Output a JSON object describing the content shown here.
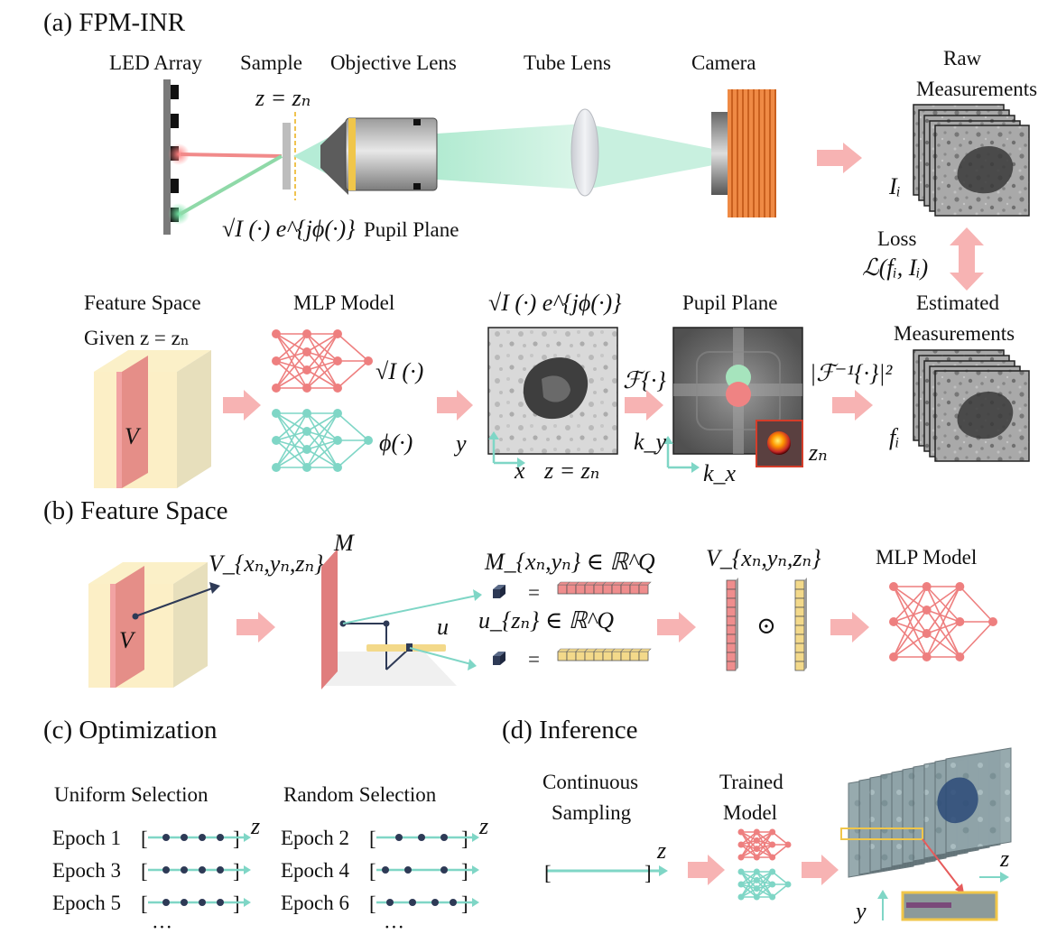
{
  "panels": {
    "a": {
      "title": "(a)  FPM-INR",
      "setup": {
        "led_array": "LED Array",
        "sample": "Sample",
        "objective_lens": "Objective Lens",
        "tube_lens": "Tube Lens",
        "camera": "Camera",
        "z_plane": "z = zₙ",
        "field_expr": "√I (·) e^{jϕ(·)}",
        "pupil_plane": "Pupil Plane"
      },
      "raw_measurements": [
        "Raw",
        "Measurements"
      ],
      "raw_symbol": "Iᵢ",
      "loss": [
        "Loss",
        "ℒ(fᵢ, Iᵢ)"
      ],
      "estimated_measurements": [
        "Estimated",
        "Measurements"
      ],
      "est_symbol": "fᵢ",
      "pipeline": {
        "feature_space": [
          "Feature Space",
          "Given z = zₙ"
        ],
        "volume_symbol": "V",
        "mlp_model": "MLP Model",
        "amp_out": "√I (·)",
        "phase_out": "ϕ(·)",
        "field_title": "√I (·) e^{jϕ(·)}",
        "axis_y": "y",
        "axis_x": "x",
        "z_label": "z = zₙ",
        "fourier": "ℱ{·}",
        "pupil_title": "Pupil Plane",
        "axis_ky": "k_y",
        "axis_kx": "k_x",
        "pupil_z": "zₙ",
        "inverse": "|ℱ⁻¹{·}|²"
      }
    },
    "b": {
      "title": "(b)  Feature Space",
      "v_label": "V",
      "v_coord": "V_{xₙ,yₙ,zₙ}",
      "m_label": "M",
      "u_label": "u",
      "m_vec": "M_{xₙ,yₙ} ∈ ℝ^Q",
      "u_vec": "u_{zₙ} ∈ ℝ^Q",
      "equals": "=",
      "v_vec": "V_{xₙ,yₙ,zₙ}",
      "hadamard": "⊙",
      "mlp": "MLP Model"
    },
    "c": {
      "title": "(c)  Optimization",
      "uniform": "Uniform Selection",
      "random": "Random Selection",
      "epochs_left": [
        "Epoch 1",
        "Epoch 3",
        "Epoch 5"
      ],
      "epochs_right": [
        "Epoch 2",
        "Epoch 4",
        "Epoch 6"
      ],
      "axis": "z",
      "ellipsis": "···"
    },
    "d": {
      "title": "(d)  Inference",
      "continuous": [
        "Continuous",
        "Sampling"
      ],
      "trained": [
        "Trained",
        "Model"
      ],
      "axis_z": "z",
      "axis_y": "y"
    }
  },
  "colors": {
    "red_net": "#ee7f7f",
    "teal_net": "#7fd6c6",
    "arrow_pink": "#f7b3b3",
    "beam_green": "#b5ecd6",
    "camera_orange": "#ea7a32",
    "dot_navy": "#2e3a56",
    "yellow": "#f3d98a",
    "pink_vec": "#ef8d8d"
  }
}
